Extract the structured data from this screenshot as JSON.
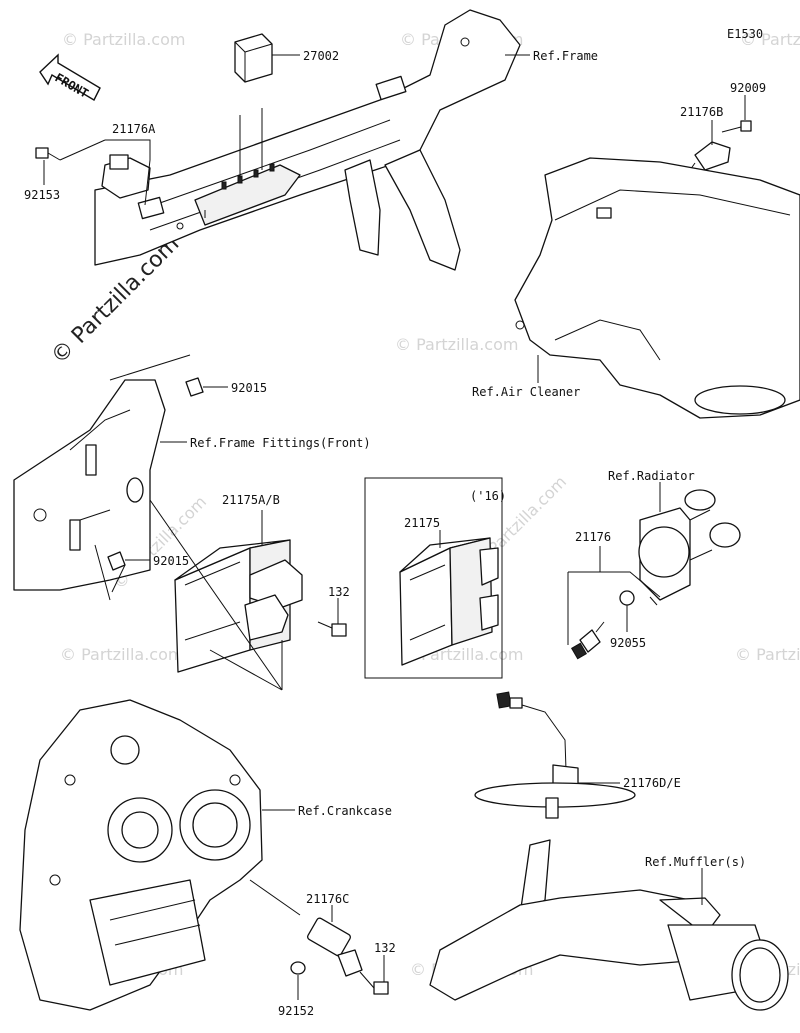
{
  "diagram": {
    "code": "E1530",
    "watermark": "© Partzilla.com",
    "front_label": "FRONT",
    "references": {
      "frame": "Ref.Frame",
      "air_cleaner": "Ref.Air Cleaner",
      "frame_fittings": "Ref.Frame Fittings(Front)",
      "radiator": "Ref.Radiator",
      "crankcase": "Ref.Crankcase",
      "muffler": "Ref.Muffler(s)"
    },
    "parts": {
      "p27002": "27002",
      "p21176A": "21176A",
      "p92153": "92153",
      "p92009": "92009",
      "p21176B": "21176B",
      "p92015_top": "92015",
      "p92015_bottom": "92015",
      "p21175AB": "21175A/B",
      "p132_top": "132",
      "p21175": "21175",
      "p21176": "21176",
      "p92055": "92055",
      "p21176DE": "21176D/E",
      "p21176C": "21176C",
      "p132_bottom": "132",
      "p92152": "92152"
    },
    "inset_label": "('16)"
  }
}
